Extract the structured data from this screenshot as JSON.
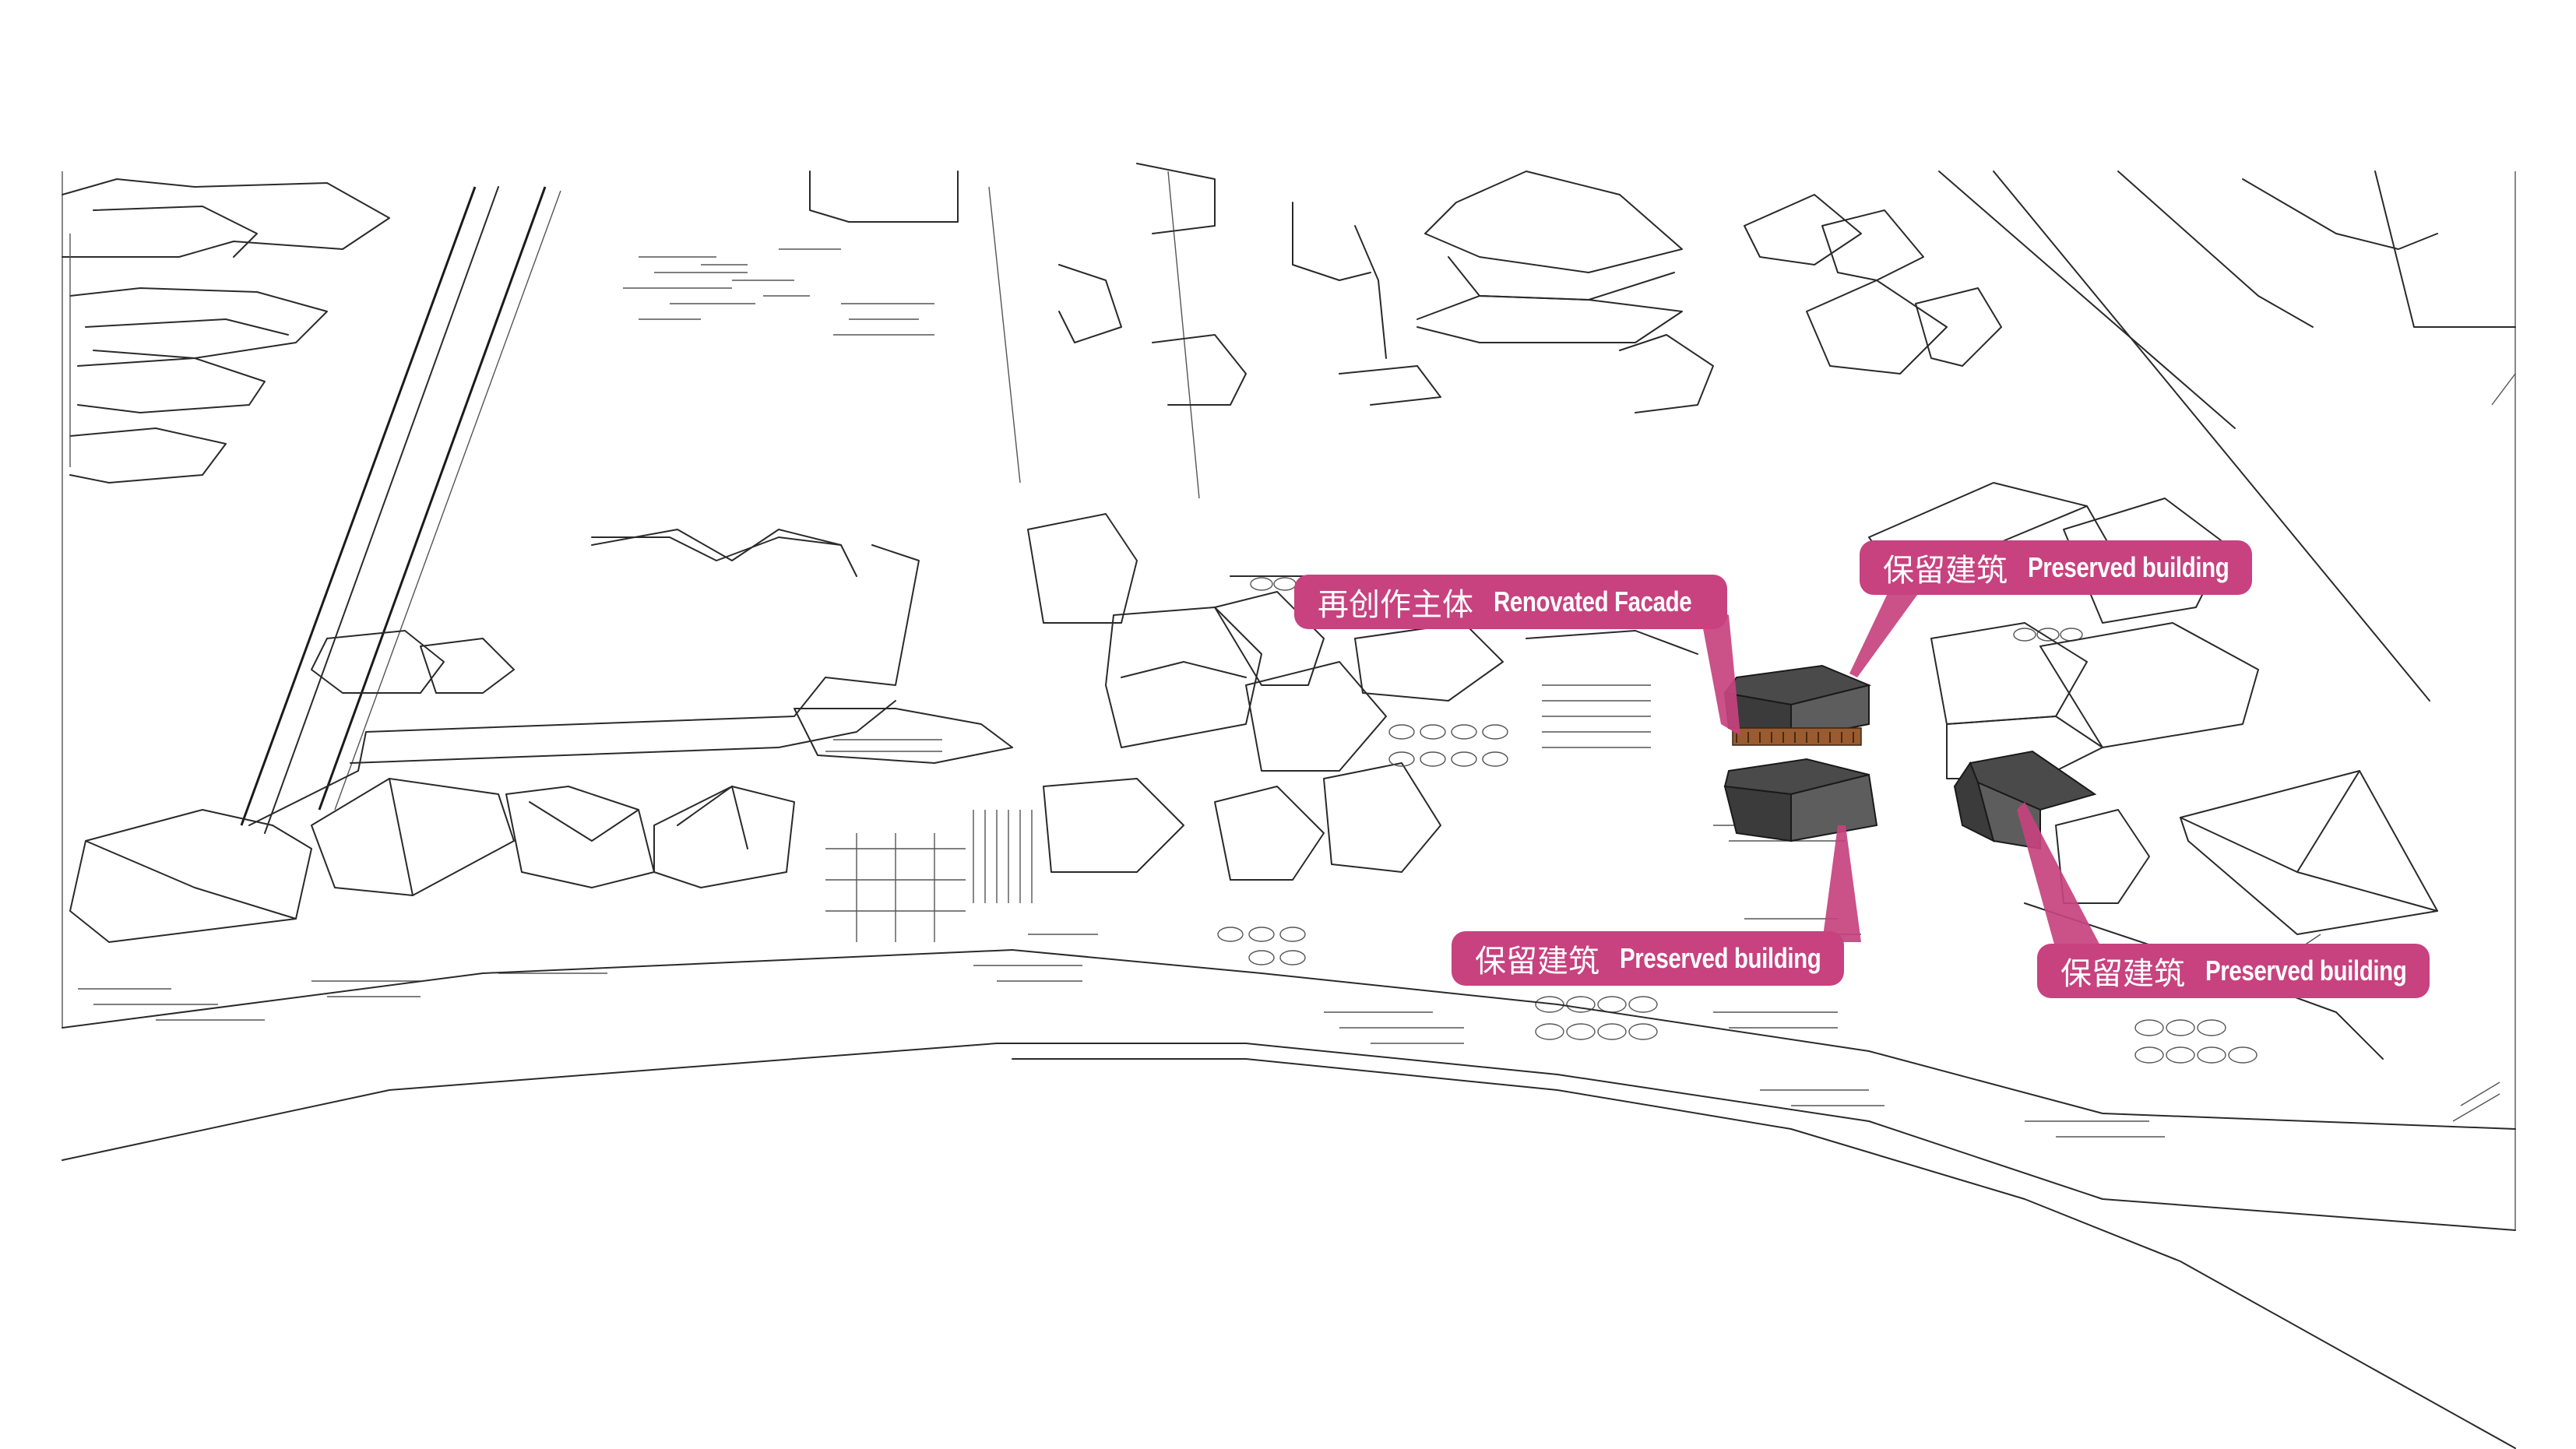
{
  "labels": {
    "renovated": {
      "zh": "再创作主体",
      "en": "Renovated Facade"
    },
    "preserved_top": {
      "zh": "保留建筑",
      "en": "Preserved building"
    },
    "preserved_bottom_left": {
      "zh": "保留建筑",
      "en": "Preserved building"
    },
    "preserved_bottom_right": {
      "zh": "保留建筑",
      "en": "Preserved building"
    }
  },
  "colors": {
    "label_bg": "#c7427f",
    "label_text": "#ffffff",
    "line": "#2a2a2a",
    "roof": "#4a4a4a",
    "facade": "#9a5b2f",
    "background": "#ffffff"
  }
}
